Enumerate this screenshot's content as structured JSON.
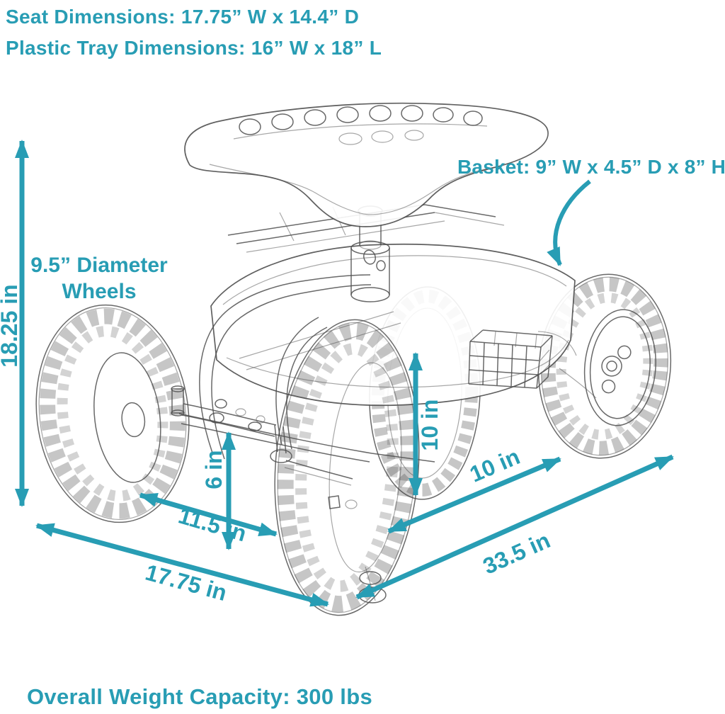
{
  "colors": {
    "accent": "#289DB4",
    "sketch": "#4f4f4f"
  },
  "header": {
    "seat_dimensions": "Seat Dimensions: 17.75” W x 14.4” D",
    "tray_dimensions": "Plastic Tray Dimensions: 16” W x 18” L"
  },
  "labels": {
    "basket": "Basket: 9” W x 4.5” D x 8” H",
    "wheel_diameter_line1": "9.5” Diameter",
    "wheel_diameter_line2": "Wheels"
  },
  "dimensions": {
    "overall_height": "18.25 in",
    "ground_clearance": "6 in",
    "under_body_height": "10 in",
    "front_track": "11.5 in",
    "overall_width": "17.75 in",
    "rear_wheel_gap": "10 in",
    "overall_length": "33.5 in"
  },
  "footer": {
    "weight_capacity": "Overall Weight Capacity: 300 lbs"
  }
}
